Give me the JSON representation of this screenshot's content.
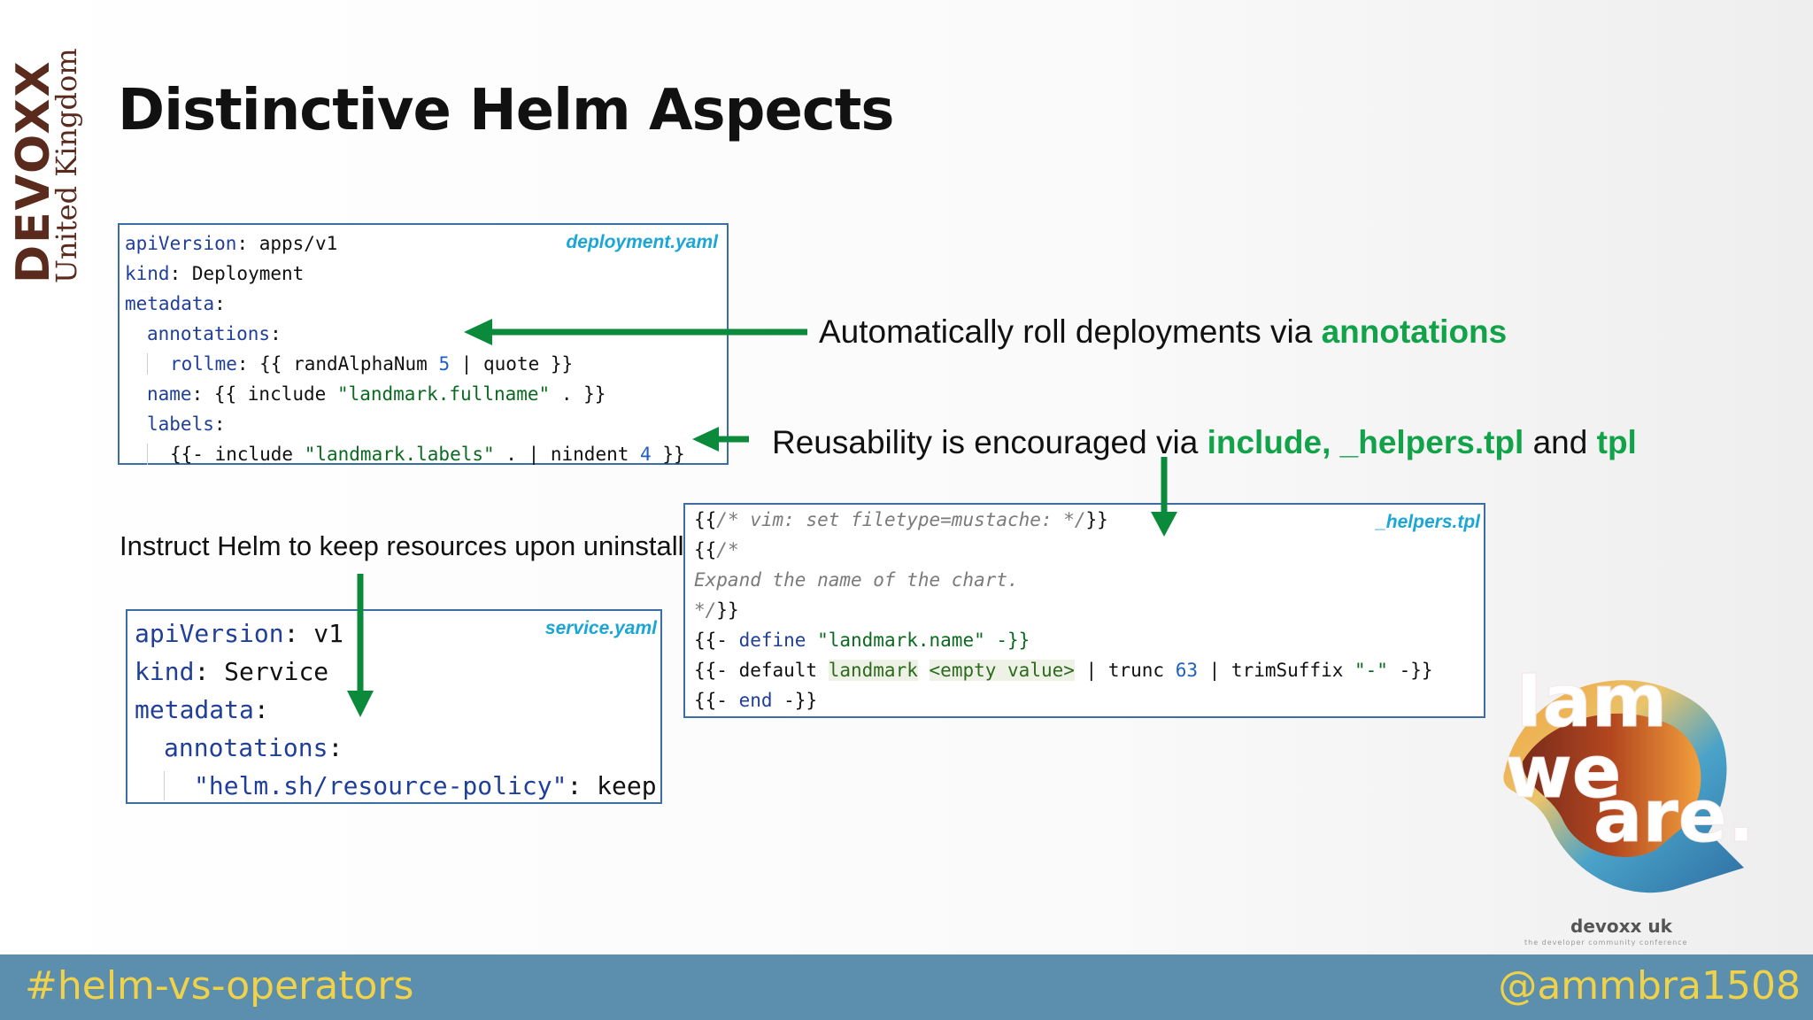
{
  "logo": {
    "brand": "DEVOXX",
    "region": "United Kingdom"
  },
  "title": "Distinctive Helm Aspects",
  "deployment": {
    "file": "deployment.yaml",
    "l1": [
      "apiVersion",
      ": apps/v1"
    ],
    "l2": [
      "kind",
      ": Deployment"
    ],
    "l3": [
      "metadata",
      ":"
    ],
    "l4": [
      "annotations",
      ":"
    ],
    "l5": [
      "rollme",
      ": {{ randAlphaNum ",
      "5",
      " | quote }}"
    ],
    "l6": [
      "name",
      ": {{ include ",
      "\"landmark.fullname\"",
      " . }}"
    ],
    "l7": [
      "labels",
      ":"
    ],
    "l8": [
      "{{- include ",
      "\"landmark.labels\"",
      " . | nindent ",
      "4",
      " }}"
    ]
  },
  "helpers": {
    "file": "_helpers.tpl",
    "l1": [
      "{{",
      "/* vim: set filetype=mustache: */",
      "}}"
    ],
    "l2": [
      "{{",
      "/*"
    ],
    "l3": "Expand the name of the chart.",
    "l4": [
      "*/",
      "}}"
    ],
    "l5": [
      "{{- ",
      "define",
      " \"landmark.name\" -}}"
    ],
    "l6": [
      "{{- default ",
      "landmark",
      " ",
      "<empty value>",
      " | trunc ",
      "63",
      " | trimSuffix ",
      "\"-\"",
      " -}}"
    ],
    "l7": [
      "{{- ",
      "end",
      " -}}"
    ]
  },
  "service": {
    "file": "service.yaml",
    "l1": [
      "apiVersion",
      ": v1"
    ],
    "l2": [
      "kind",
      ": Service"
    ],
    "l3": [
      "metadata",
      ":"
    ],
    "l4": [
      "annotations",
      ":"
    ],
    "l5": [
      "\"helm.sh/resource-policy\"",
      ": keep"
    ]
  },
  "notes": {
    "roll_pre": "Automatically roll deployments  via ",
    "roll_em": "annotations",
    "reuse_pre": "Reusability is encouraged via ",
    "reuse_em1": "include, _helpers.tpl",
    "reuse_mid": " and ",
    "reuse_em2": "tpl",
    "instruct": "Instruct Helm to keep resources upon uninstall"
  },
  "badge": {
    "line1": "Iam",
    "line2": "we",
    "line3": "are."
  },
  "devoxxuk": {
    "name": "devoxx uk",
    "tagline": "the developer community conference"
  },
  "footer": {
    "hashtag": "#helm-vs-operators",
    "handle": "@ammbra1508"
  },
  "colors": {
    "accent_green": "#12a34a",
    "footer_bg": "#5b8fad",
    "footer_text": "#f0d24a",
    "arrow": "#0a8a3a"
  }
}
